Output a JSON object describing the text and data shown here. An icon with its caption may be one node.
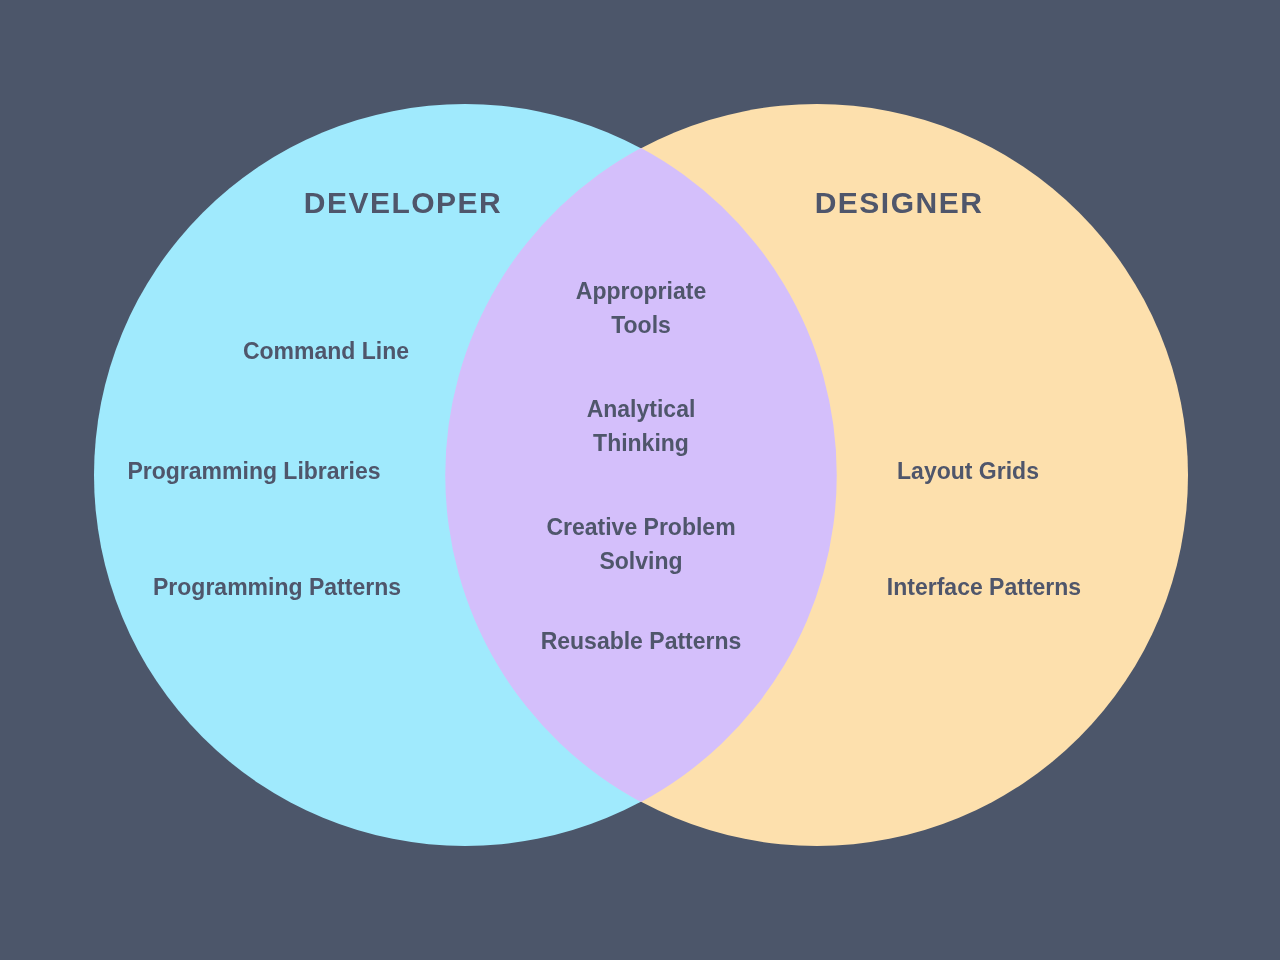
{
  "diagram": {
    "nodes": [
      {
        "text": [
          "DEVELOPER",
          "Command Line",
          "Programming Libraries",
          "Programming Patterns"
        ]
      },
      {
        "text": [
          "DESIGNER",
          "Layout Grids",
          "Interface Patterns"
        ]
      },
      {
        "text": [
          "Appropriate Tools",
          "Analytical Thinking",
          "Creative Problem Solving",
          "Reusable Patterns"
        ]
      }
    ]
  }
}
